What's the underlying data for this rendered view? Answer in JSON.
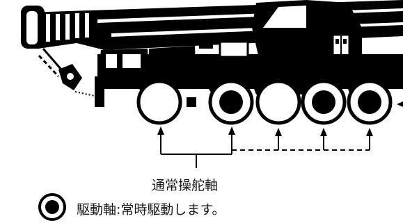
{
  "diagram": {
    "steering_axle_label": "通常操舵軸",
    "legend": {
      "symbol": "filled-ring-icon",
      "text": "駆動軸:常時駆動します。"
    }
  },
  "wheels": [
    {
      "index": 1,
      "type": "steering-only"
    },
    {
      "index": 2,
      "type": "driven"
    },
    {
      "index": 3,
      "type": "steering-only"
    },
    {
      "index": 4,
      "type": "driven"
    },
    {
      "index": 5,
      "type": "driven"
    }
  ],
  "colors": {
    "ink": "#000000",
    "paper": "#ffffff",
    "text": "#1a1a1a"
  }
}
